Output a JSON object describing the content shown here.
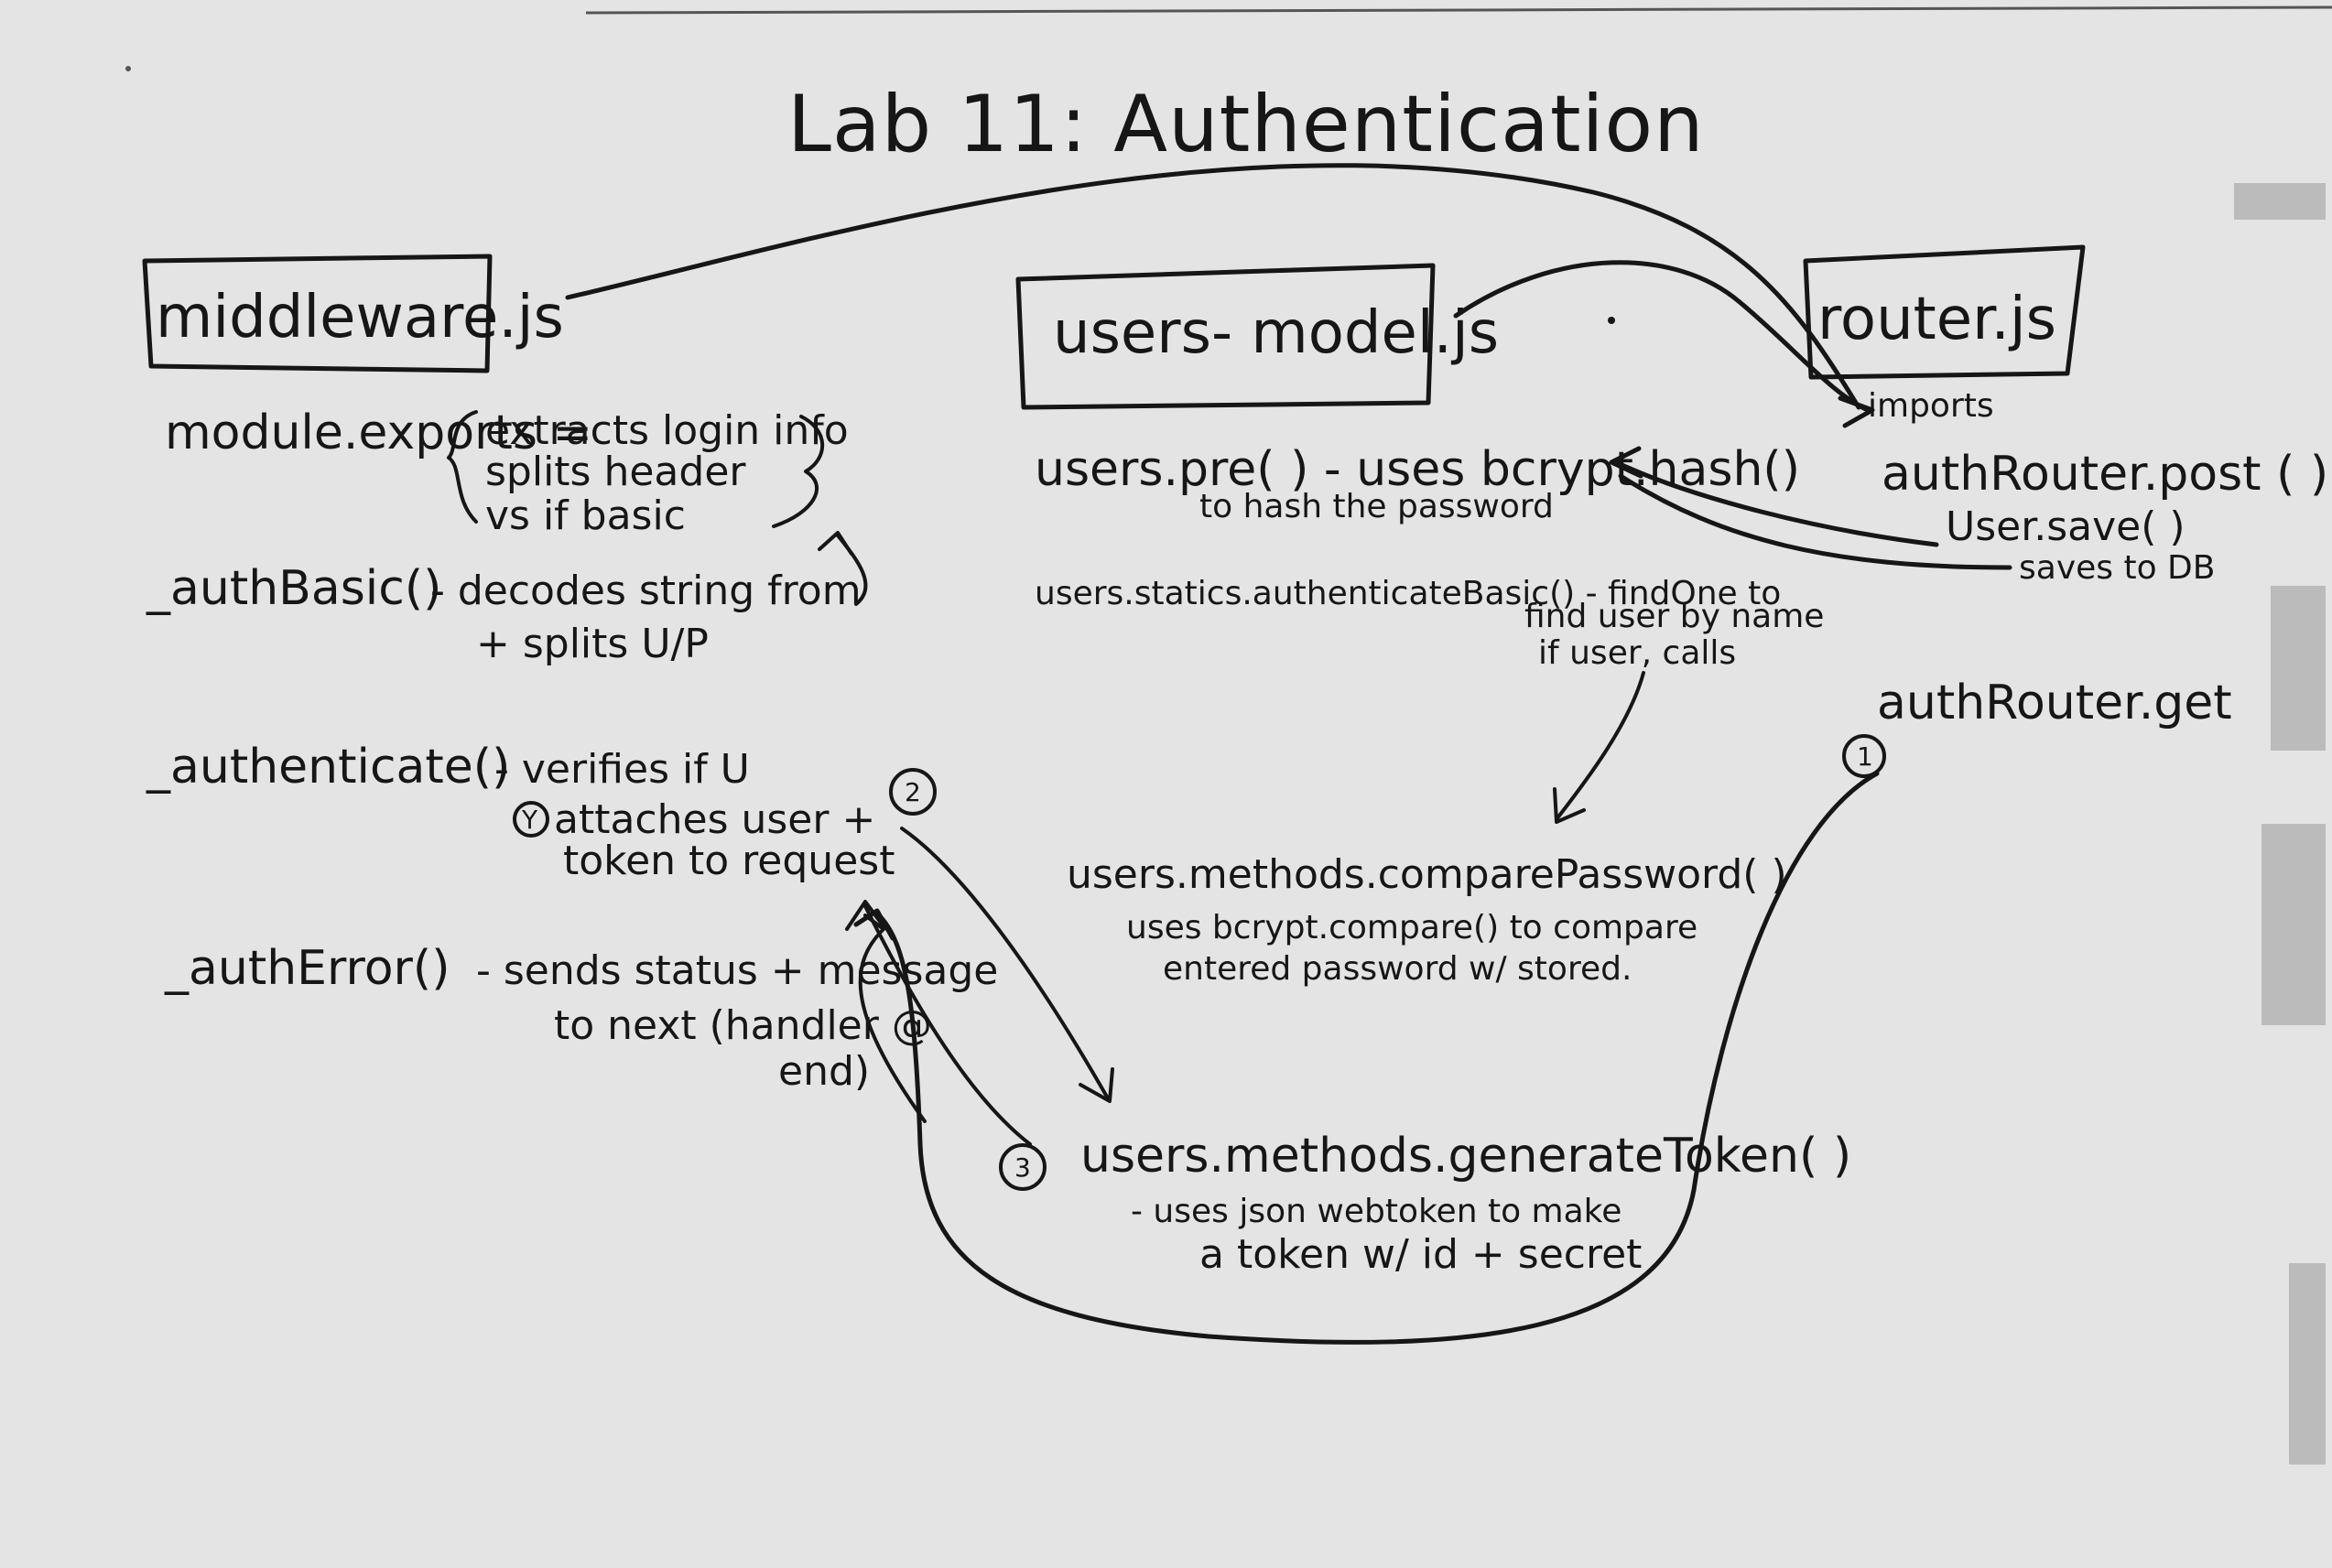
{
  "title": "Lab 11: Authentication",
  "files": {
    "middleware": "middleware.js",
    "model": "users- model.js",
    "router": "router.js"
  },
  "router_notes": {
    "imports": "imports",
    "post": "authRouter.post ( )",
    "save": "User.save( )",
    "saves_to_db": "saves to DB",
    "get": "authRouter.get",
    "step_1": "1"
  },
  "middleware": {
    "exports": "module.exports =",
    "exports_notes": [
      "extracts login info",
      "splits header",
      "vs if basic"
    ],
    "auth_basic": "_authBasic()",
    "auth_basic_desc": [
      "- decodes string from",
      "+ splits U/P"
    ],
    "authenticate": "_authenticate()",
    "authenticate_desc": [
      "- verifies if U",
      "attaches user +",
      "token to request"
    ],
    "authenticate_marker": "Y",
    "step_2": "2",
    "auth_error": "_authError()",
    "auth_error_desc": [
      "- sends status + message",
      "to next (handler @",
      "end)"
    ]
  },
  "model": {
    "pre": "users.pre( ) - uses bcrypt.hash()",
    "pre_desc": "to hash the password",
    "statics": "users.statics.authenticateBasic() - findOne to",
    "statics_desc": [
      "find user by name",
      "if user, calls"
    ],
    "compare": "users.methods.comparePassword( )",
    "compare_desc": [
      "uses bcrypt.compare() to compare",
      "entered password w/ stored."
    ],
    "generate": "users.methods.generateToken( )",
    "generate_desc": [
      "- uses json webtoken to make",
      "a token w/ id + secret"
    ],
    "step_3": "3"
  },
  "colors": {
    "board": "#e4e4e4",
    "ink": "#161616"
  }
}
